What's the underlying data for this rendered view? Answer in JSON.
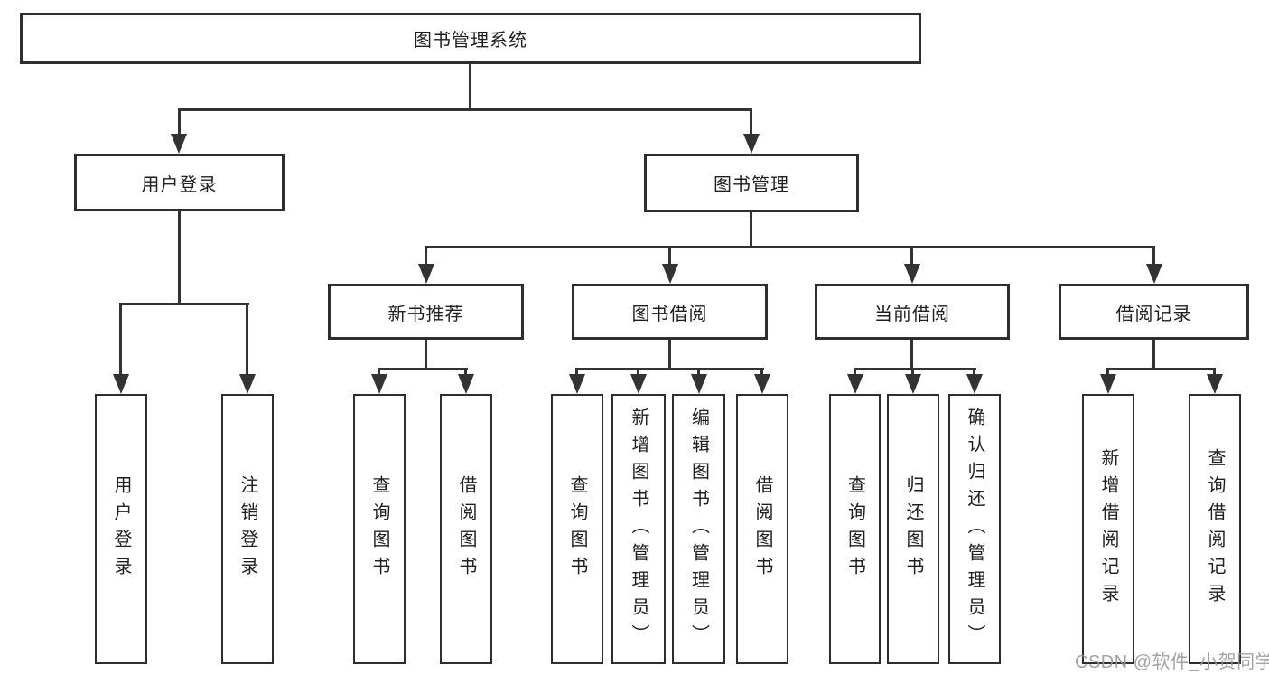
{
  "tree": {
    "root": {
      "label": "图书管理系统",
      "children": [
        {
          "label": "用户登录",
          "children": [
            {
              "label": "用户登录"
            },
            {
              "label": "注销登录"
            }
          ]
        },
        {
          "label": "图书管理",
          "children": [
            {
              "label": "新书推荐",
              "children": [
                {
                  "label": "查询图书"
                },
                {
                  "label": "借阅图书"
                }
              ]
            },
            {
              "label": "图书借阅",
              "children": [
                {
                  "label": "查询图书"
                },
                {
                  "label": "新增图书（管理员）"
                },
                {
                  "label": "编辑图书（管理员）"
                },
                {
                  "label": "借阅图书"
                }
              ]
            },
            {
              "label": "当前借阅",
              "children": [
                {
                  "label": "查询图书"
                },
                {
                  "label": "归还图书"
                },
                {
                  "label": "确认归还（管理员）"
                }
              ]
            },
            {
              "label": "借阅记录",
              "children": [
                {
                  "label": "新增借阅记录"
                },
                {
                  "label": "查询借阅记录"
                }
              ]
            }
          ]
        }
      ]
    }
  },
  "watermark": {
    "text": "CSDN @软件_小贺同学"
  },
  "colors": {
    "background": "#ffffff",
    "box_border": "#2e2e2e",
    "connector_line": "#333333",
    "text": "#1f1f1f",
    "watermark": "#969696"
  }
}
